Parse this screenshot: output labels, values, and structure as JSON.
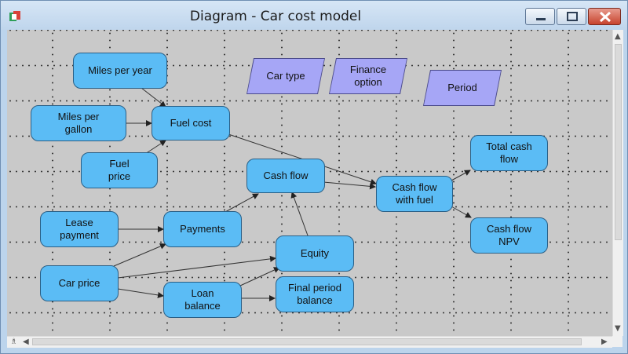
{
  "window": {
    "title": "Diagram - Car cost model"
  },
  "nodes": {
    "miles_per_year": "Miles per year",
    "miles_per_gallon": "Miles per\ngallon",
    "fuel_price": "Fuel\nprice",
    "fuel_cost": "Fuel cost",
    "lease_payment": "Lease\npayment",
    "car_price": "Car price",
    "payments": "Payments",
    "loan_balance": "Loan\nbalance",
    "cash_flow": "Cash flow",
    "equity": "Equity",
    "final_period_balance": "Final period\nbalance",
    "cash_flow_with_fuel": "Cash flow\nwith fuel",
    "total_cash_flow": "Total cash\nflow",
    "cash_flow_npv": "Cash flow\nNPV",
    "car_type": "Car type",
    "finance_option": "Finance\noption",
    "period": "Period"
  },
  "colors": {
    "variable": "#5bbcf5",
    "index": "#a6a6f6",
    "canvas": "#c9c9c9"
  }
}
